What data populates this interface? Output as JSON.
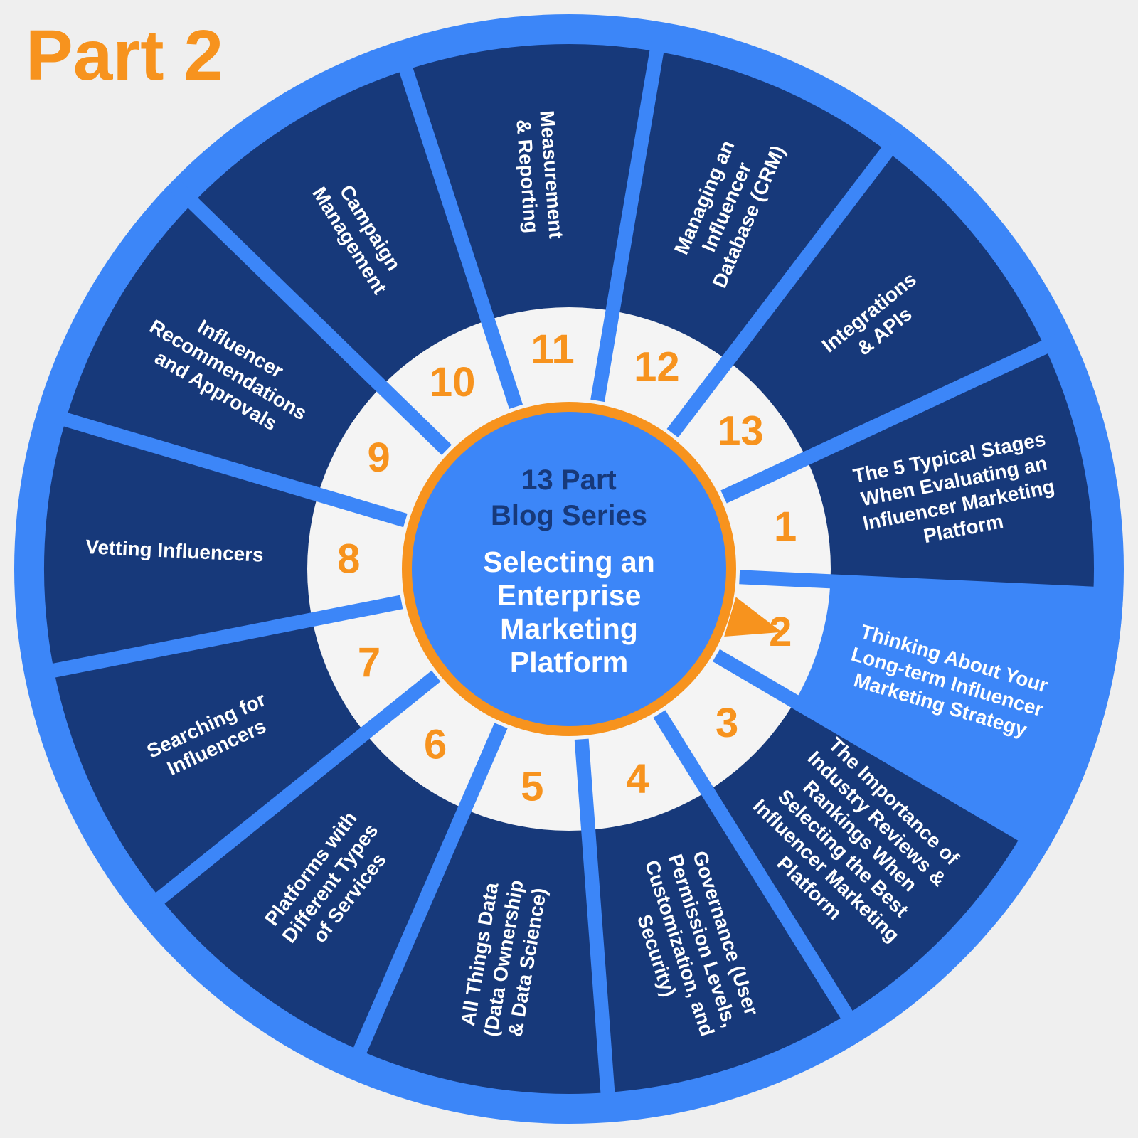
{
  "title": "Part 2",
  "hub": {
    "subtitle_lines": [
      "13 Part",
      "Blog Series"
    ],
    "title_lines": [
      "Selecting an",
      "Enterprise",
      "Marketing",
      "Platform"
    ]
  },
  "active_segment": 2,
  "colors": {
    "background": "#efefef",
    "title": "#f7931e",
    "rim": "#3c86f8",
    "segment": "#17397a",
    "segment_active": "#3c86f8",
    "ring": "#f4f4f4",
    "number": "#f7931e",
    "hub": "#3c86f8",
    "hub_border": "#f7931e",
    "hub_subtitle": "#17397a",
    "hub_title": "#ffffff"
  },
  "segments": [
    {
      "number": "1",
      "label_lines": [
        "The 5 Typical Stages",
        "When Evaluating an",
        "Influencer Marketing",
        "Platform"
      ]
    },
    {
      "number": "2",
      "label_lines": [
        "Thinking About Your",
        "Long-term Influencer",
        "Marketing Strategy"
      ]
    },
    {
      "number": "3",
      "label_lines": [
        "The Importance of",
        "Industry Reviews &",
        "Rankings When",
        "Selecting the Best",
        "Influencer Marketing",
        "Platform"
      ]
    },
    {
      "number": "4",
      "label_lines": [
        "Governance (User",
        "Permission Levels,",
        "Customization, and",
        "Security)"
      ]
    },
    {
      "number": "5",
      "label_lines": [
        "All Things Data",
        "(Data Ownership",
        "& Data Science)"
      ]
    },
    {
      "number": "6",
      "label_lines": [
        "Platforms with",
        "Different Types",
        "of Services"
      ]
    },
    {
      "number": "7",
      "label_lines": [
        "Searching for",
        "Influencers"
      ]
    },
    {
      "number": "8",
      "label_lines": [
        "Vetting Influencers"
      ]
    },
    {
      "number": "9",
      "label_lines": [
        "Influencer",
        "Recommendations",
        "and Approvals"
      ]
    },
    {
      "number": "10",
      "label_lines": [
        "Campaign",
        "Management"
      ]
    },
    {
      "number": "11",
      "label_lines": [
        "Measurement",
        "& Reporting"
      ]
    },
    {
      "number": "12",
      "label_lines": [
        "Managing an",
        "Influencer",
        "Database (CRM)"
      ]
    },
    {
      "number": "13",
      "label_lines": [
        "Integrations",
        "& APIs"
      ]
    }
  ]
}
